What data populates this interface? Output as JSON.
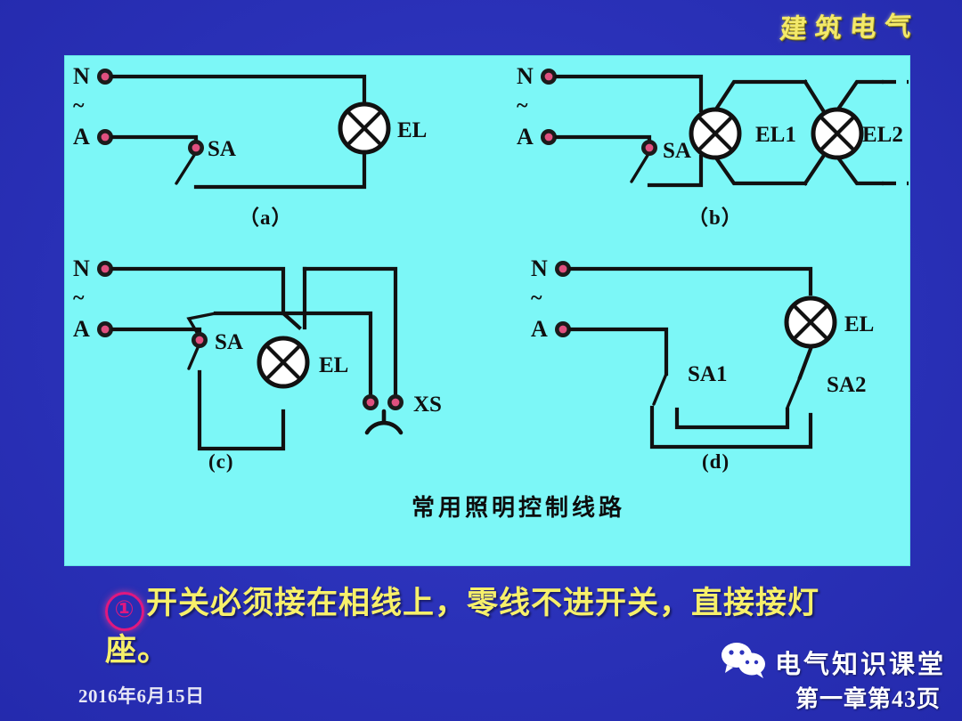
{
  "header": {
    "brand_title": "建筑电气"
  },
  "figure": {
    "panel_bg": "#7cf7f7",
    "caption": "常用照明控制线路",
    "subfigures": [
      {
        "key": "a",
        "label": "（a）",
        "description": "单联开关控制一盏灯",
        "terminals": [
          {
            "name": "N",
            "label": "N"
          },
          {
            "name": "supply-symbol",
            "label": "~"
          },
          {
            "name": "A",
            "label": "A"
          }
        ],
        "devices": [
          {
            "name": "SA",
            "label": "SA",
            "type": "switch"
          },
          {
            "name": "EL",
            "label": "EL",
            "type": "lamp"
          }
        ]
      },
      {
        "key": "b",
        "label": "（b）",
        "description": "单联开关控制多盏并联灯",
        "terminals": [
          {
            "name": "N",
            "label": "N"
          },
          {
            "name": "supply-symbol",
            "label": "~"
          },
          {
            "name": "A",
            "label": "A"
          }
        ],
        "devices": [
          {
            "name": "SA",
            "label": "SA",
            "type": "switch"
          },
          {
            "name": "EL1",
            "label": "EL1",
            "type": "lamp"
          },
          {
            "name": "EL2",
            "label": "EL2",
            "type": "lamp"
          }
        ]
      },
      {
        "key": "c",
        "label": "(c)",
        "description": "开关控制灯并带插座",
        "terminals": [
          {
            "name": "N",
            "label": "N"
          },
          {
            "name": "supply-symbol",
            "label": "~"
          },
          {
            "name": "A",
            "label": "A"
          }
        ],
        "devices": [
          {
            "name": "SA",
            "label": "SA",
            "type": "switch"
          },
          {
            "name": "EL",
            "label": "EL",
            "type": "lamp"
          },
          {
            "name": "XS",
            "label": "XS",
            "type": "socket"
          }
        ]
      },
      {
        "key": "d",
        "label": "(d)",
        "description": "两地双控一盏灯",
        "terminals": [
          {
            "name": "N",
            "label": "N"
          },
          {
            "name": "supply-symbol",
            "label": "~"
          },
          {
            "name": "A",
            "label": "A"
          }
        ],
        "devices": [
          {
            "name": "SA1",
            "label": "SA1",
            "type": "switch"
          },
          {
            "name": "SA2",
            "label": "SA2",
            "type": "switch"
          },
          {
            "name": "EL",
            "label": "EL",
            "type": "lamp"
          }
        ]
      }
    ]
  },
  "body": {
    "bullet_marker": "①",
    "bullet_text": "开关必须接在相线上，零线不进开关，直接接灯座。"
  },
  "footer": {
    "date": "2016年6月15日",
    "wechat_name": "电气知识课堂",
    "page_label": "第一章第43页",
    "wechat_icon": "wechat-icon"
  },
  "colors": {
    "background": "#2d33bd",
    "panel": "#7cf7f7",
    "brand_yellow": "#f3e96a",
    "bullet_yellow": "#f7f06a",
    "marker_magenta": "#e0187f",
    "terminal_pink": "#e0507f",
    "wire_black": "#111111"
  }
}
